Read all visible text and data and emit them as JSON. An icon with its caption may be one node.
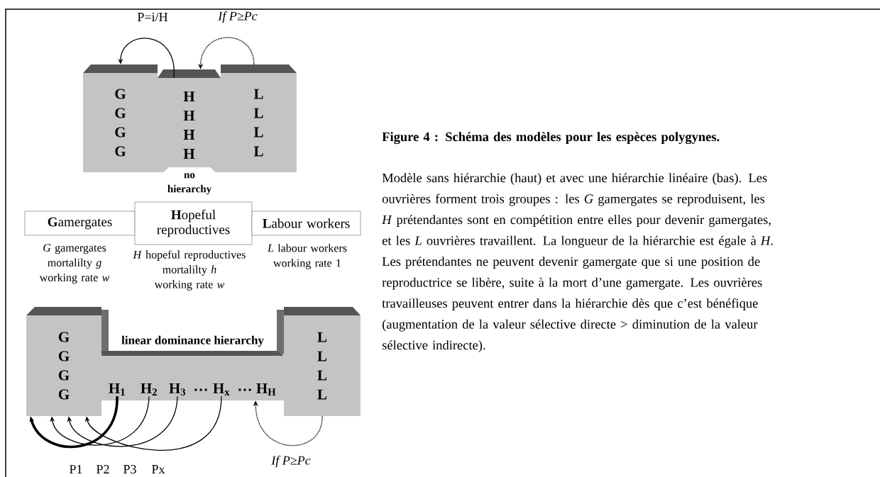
{
  "diagram": {
    "title": "Figure 4 : Schéma des modèles pour les espèces polygynes.",
    "caption": "Modèle sans hiérarchie (haut) et avec une hiérarchie linéaire (bas). Les ouvrières forment trois groupes : les *G* gamergates se reproduisent, les *H* prétendantes sont en compétition entre elles pour devenir gamergates, et les *L* ouvrières travaillent. La longueur de la hiérarchie est égale à *H*. Les prétendantes ne peuvent devenir gamergate que si une position de reproductrice se libère, suite à la mort d’une gamergate. Les ouvrières travailleuses peuvent entrer dans la hiérarchie dès que c’est bénéfique (augmentation de la valeur sélective directe > diminution de la valeur sélective indirecte).",
    "nodes": [
      {
        "text": [
          "G G G G"
        ]
      },
      {
        "text": [
          "H H H H"
        ],
        "beside": [
          "no hierarchy"
        ]
      },
      {
        "text": [
          "L L L L"
        ]
      },
      {
        "text": [
          "**G**amergates"
        ],
        "beside": [
          "*G* gamergates mortalilty *g* working rate *w*"
        ]
      },
      {
        "text": [
          "**H**opeful reproductives"
        ],
        "beside": [
          "*H* hopeful reproductives mortalilty *h* working rate *w*"
        ]
      },
      {
        "text": [
          "**L**abour workers"
        ],
        "beside": [
          "*L* labour workers working rate 1"
        ]
      },
      {
        "text": [
          "G G G G"
        ]
      },
      {
        "text": [
          "linear dominance hierarchy"
        ]
      },
      {
        "text": [
          "H$_{1}$"
        ],
        "in": 7
      },
      {
        "text": [
          "H$_{2}$"
        ],
        "in": 7
      },
      {
        "text": [
          "H$_{3}$"
        ],
        "in": 7
      },
      {
        "text": [
          "H$_{x}$"
        ],
        "in": 7
      },
      {
        "text": [
          "H$_{H}$"
        ],
        "in": 7
      },
      {
        "text": [
          "L L L L"
        ]
      }
    ],
    "edges": [
      {
        "from": 1,
        "to": 0,
        "arrow": "to",
        "label": "P=i/H"
      },
      {
        "from": 2,
        "to": 1,
        "arrow": "to",
        "label": "If P≥Pc",
        "style": "dashed"
      },
      {
        "from": 8,
        "to": 6,
        "arrow": "to",
        "label": "P1",
        "style": "thick"
      },
      {
        "from": 9,
        "to": 6,
        "arrow": "to",
        "label": "P2"
      },
      {
        "from": 10,
        "to": 6,
        "arrow": "to",
        "label": "P3"
      },
      {
        "from": 11,
        "to": 6,
        "arrow": "to",
        "label": "Px"
      },
      {
        "from": 13,
        "to": 7,
        "arrow": "to",
        "label": "If P≥Pc",
        "style": "dashed"
      }
    ],
    "labels": [
      "…",
      "…"
    ]
  }
}
